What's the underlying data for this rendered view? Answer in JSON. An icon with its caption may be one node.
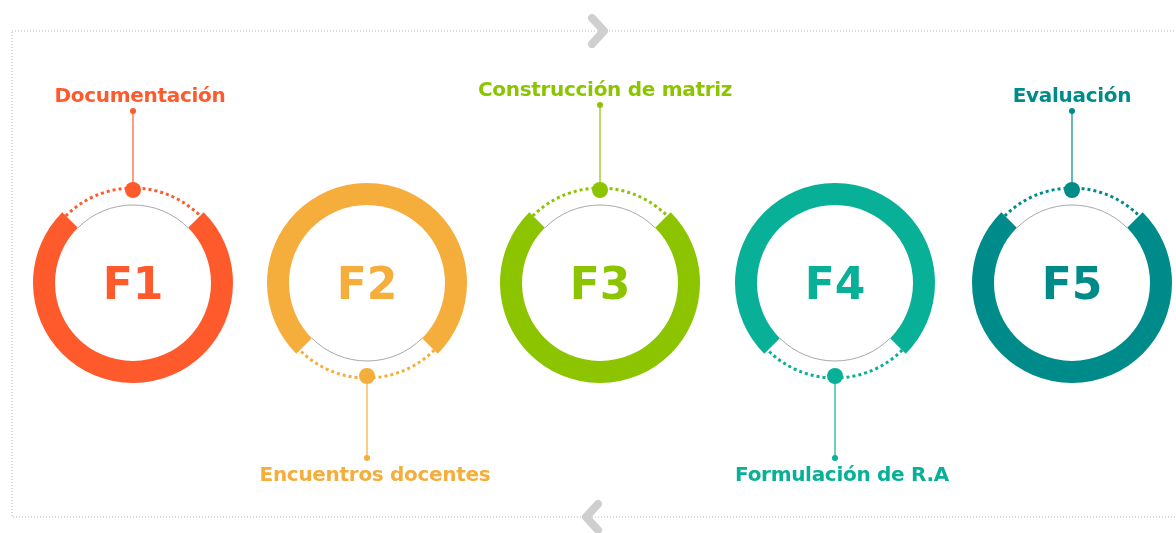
{
  "diagram": {
    "nodes": [
      {
        "text": [
          "Documentación"
        ]
      },
      {
        "text": [
          "Construcción de matriz"
        ]
      },
      {
        "text": [
          "Evaluación"
        ]
      },
      {
        "text": [
          "F1"
        ]
      },
      {
        "text": [
          "F2"
        ]
      },
      {
        "text": [
          "F3"
        ]
      },
      {
        "text": [
          "F4"
        ]
      },
      {
        "text": [
          "F5"
        ]
      },
      {
        "text": [
          "Encuentros docentes"
        ]
      },
      {
        "text": [
          "Formulación de R.A"
        ]
      }
    ],
    "edges": [
      {
        "from": 0,
        "to": 3,
        "arrow": "other",
        "color": "#ff5a2c"
      },
      {
        "from": 8,
        "to": 4,
        "arrow": "other",
        "color": "#f5ad3c"
      },
      {
        "from": 1,
        "to": 5,
        "arrow": "other",
        "color": "#8cc400"
      },
      {
        "from": 9,
        "to": 6,
        "arrow": "other",
        "color": "#07b096"
      },
      {
        "from": 2,
        "to": 7,
        "arrow": "other",
        "color": "#008b8b"
      }
    ]
  }
}
